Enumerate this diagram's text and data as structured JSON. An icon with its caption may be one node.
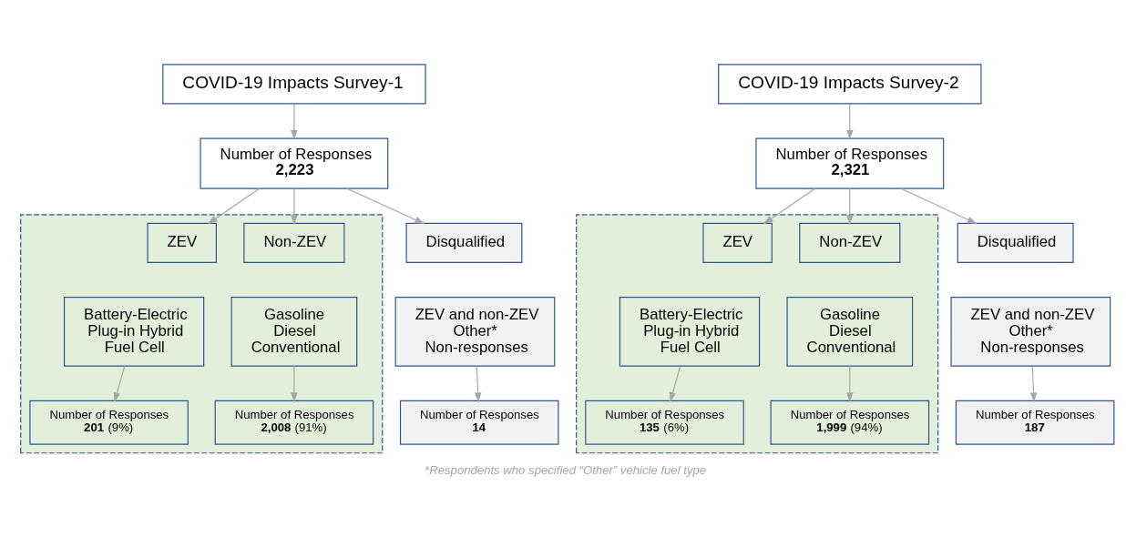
{
  "diagram": {
    "caption": "*Respondents who specified “Other” vehicle fuel type",
    "nodes": [
      {
        "text": [
          "COVID-19 Impacts Survey-1"
        ]
      },
      {
        "text": [
          "Number of Responses",
          "**2,223**"
        ]
      },
      {
        "text": [],
        "shape": "box"
      },
      {
        "text": [
          "ZEV"
        ],
        "in": 2
      },
      {
        "text": [
          "Non-ZEV"
        ],
        "in": 2
      },
      {
        "text": [
          "Battery-Electric",
          "Plug-in Hybrid",
          "Fuel Cell"
        ],
        "in": 2
      },
      {
        "text": [
          "Gasoline",
          "Diesel",
          "Conventional"
        ],
        "in": 2
      },
      {
        "text": [
          "Number of Responses",
          "**201** (9%)"
        ],
        "in": 2
      },
      {
        "text": [
          "Number of Responses",
          "**2,008** (91%)"
        ],
        "in": 2
      },
      {
        "text": [
          "Disqualified"
        ]
      },
      {
        "text": [
          "ZEV and non-ZEV",
          "Other*",
          "Non-responses"
        ]
      },
      {
        "text": [
          "Number of Responses",
          "**14**"
        ]
      },
      {
        "text": [
          "COVID-19 Impacts Survey-2"
        ]
      },
      {
        "text": [
          "Number of Responses",
          "**2,321**"
        ]
      },
      {
        "text": [],
        "shape": "box"
      },
      {
        "text": [
          "ZEV"
        ],
        "in": 14
      },
      {
        "text": [
          "Non-ZEV"
        ],
        "in": 14
      },
      {
        "text": [
          "Battery-Electric",
          "Plug-in Hybrid",
          "Fuel Cell"
        ],
        "in": 14
      },
      {
        "text": [
          "Gasoline",
          "Diesel",
          "Conventional"
        ],
        "in": 14
      },
      {
        "text": [
          "Number of Responses",
          "**135** (6%)"
        ],
        "in": 14
      },
      {
        "text": [
          "Number of Responses",
          "**1,999** (94%)"
        ],
        "in": 14
      },
      {
        "text": [
          "Disqualified"
        ]
      },
      {
        "text": [
          "ZEV and non-ZEV",
          "Other*",
          "Non-responses"
        ]
      },
      {
        "text": [
          "Number of Responses",
          "**187**"
        ]
      }
    ],
    "edges": [
      {
        "from": 0,
        "to": 1,
        "arrow": "to"
      },
      {
        "from": 1,
        "to": 3,
        "arrow": "to"
      },
      {
        "from": 1,
        "to": 4,
        "arrow": "to"
      },
      {
        "from": 1,
        "to": 9,
        "arrow": "to"
      },
      {
        "from": 5,
        "to": 7,
        "arrow": "to"
      },
      {
        "from": 6,
        "to": 8,
        "arrow": "to"
      },
      {
        "from": 10,
        "to": 11,
        "arrow": "to"
      },
      {
        "from": 12,
        "to": 13,
        "arrow": "to"
      },
      {
        "from": 13,
        "to": 15,
        "arrow": "to"
      },
      {
        "from": 13,
        "to": 16,
        "arrow": "to"
      },
      {
        "from": 13,
        "to": 21,
        "arrow": "to"
      },
      {
        "from": 17,
        "to": 19,
        "arrow": "to"
      },
      {
        "from": 18,
        "to": 20,
        "arrow": "to"
      },
      {
        "from": 22,
        "to": 23,
        "arrow": "to"
      }
    ]
  }
}
